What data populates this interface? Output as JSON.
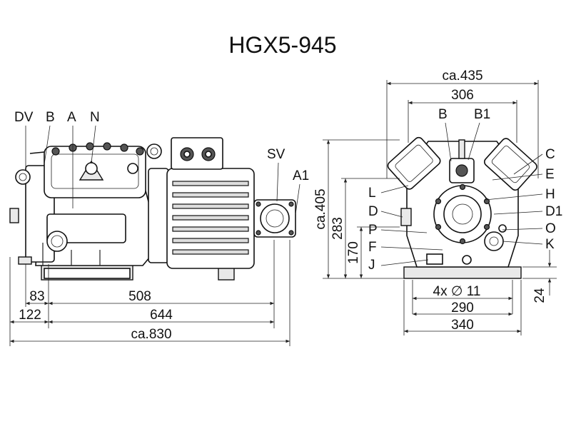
{
  "title": "HGX5-945",
  "side_view": {
    "labels": {
      "dv": "DV",
      "b": "B",
      "a": "A",
      "n": "N",
      "sv": "SV",
      "a1": "A1"
    },
    "dims": {
      "d83": "83",
      "d508": "508",
      "d122": "122",
      "d644": "644",
      "d830": "ca.830"
    }
  },
  "end_view": {
    "labels": {
      "b": "B",
      "b1": "B1",
      "c": "C",
      "e": "E",
      "h": "H",
      "d1": "D1",
      "o": "O",
      "k": "K",
      "l": "L",
      "d": "D",
      "p": "P",
      "f": "F",
      "j": "J"
    },
    "dims": {
      "w435": "ca.435",
      "w306": "306",
      "h405": "ca.405",
      "h283": "283",
      "h170": "170",
      "holes": "4x ∅ 11",
      "w290": "290",
      "w340": "340",
      "h24": "24"
    }
  }
}
